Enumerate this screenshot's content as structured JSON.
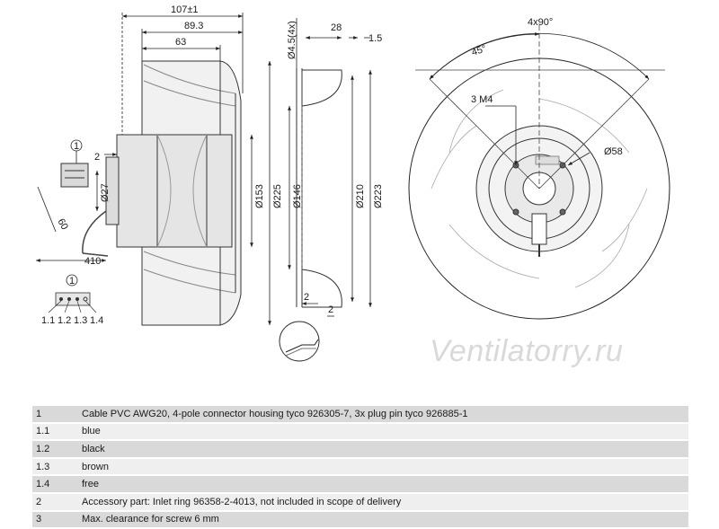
{
  "dimensions": {
    "total_width": "107±1",
    "width_89": "89.3",
    "width_63": "63",
    "hole_diameter": "Ø4.5(4x)",
    "dim_28": "28",
    "dim_1_5": "1.5",
    "angle_4x90": "4x90°",
    "angle_45": "45°",
    "thread": "3  M4",
    "dia_58": "Ø58",
    "dim_2_left": "2",
    "dia_27": "Ø27",
    "dim_60": "60",
    "dim_410": "410",
    "dia_153": "Ø153",
    "dia_225": "Ø225",
    "dia_146": "Ø146",
    "dia_210": "Ø210",
    "dia_223": "Ø223",
    "dim_2_a": "2",
    "dim_2_b": "2"
  },
  "callouts": {
    "cable": "1",
    "connector": "1",
    "pins": [
      "1.1",
      "1.2",
      "1.3",
      "1.4"
    ]
  },
  "watermark": "Ventilatorry.ru",
  "legend": [
    {
      "no": "1",
      "text": "Cable PVC AWG20, 4-pole connector housing tyco 926305-7, 3x plug pin tyco 926885-1"
    },
    {
      "no": "1.1",
      "text": "blue"
    },
    {
      "no": "1.2",
      "text": "black"
    },
    {
      "no": "1.3",
      "text": "brown"
    },
    {
      "no": "1.4",
      "text": "free"
    },
    {
      "no": "2",
      "text": "Accessory part: Inlet ring 96358-2-4013, not included in scope of delivery"
    },
    {
      "no": "3",
      "text": "Max. clearance for screw 6 mm"
    }
  ]
}
